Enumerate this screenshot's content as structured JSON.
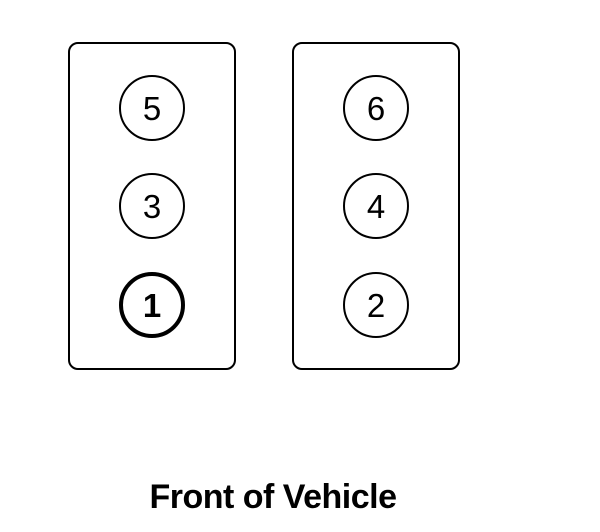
{
  "banks": {
    "left": {
      "cylinders": [
        "5",
        "3",
        "1"
      ]
    },
    "right": {
      "cylinders": [
        "6",
        "4",
        "2"
      ]
    }
  },
  "first_cylinder": "1",
  "label": "Front of Vehicle",
  "colors": {
    "line": "#000000",
    "background": "#ffffff"
  }
}
